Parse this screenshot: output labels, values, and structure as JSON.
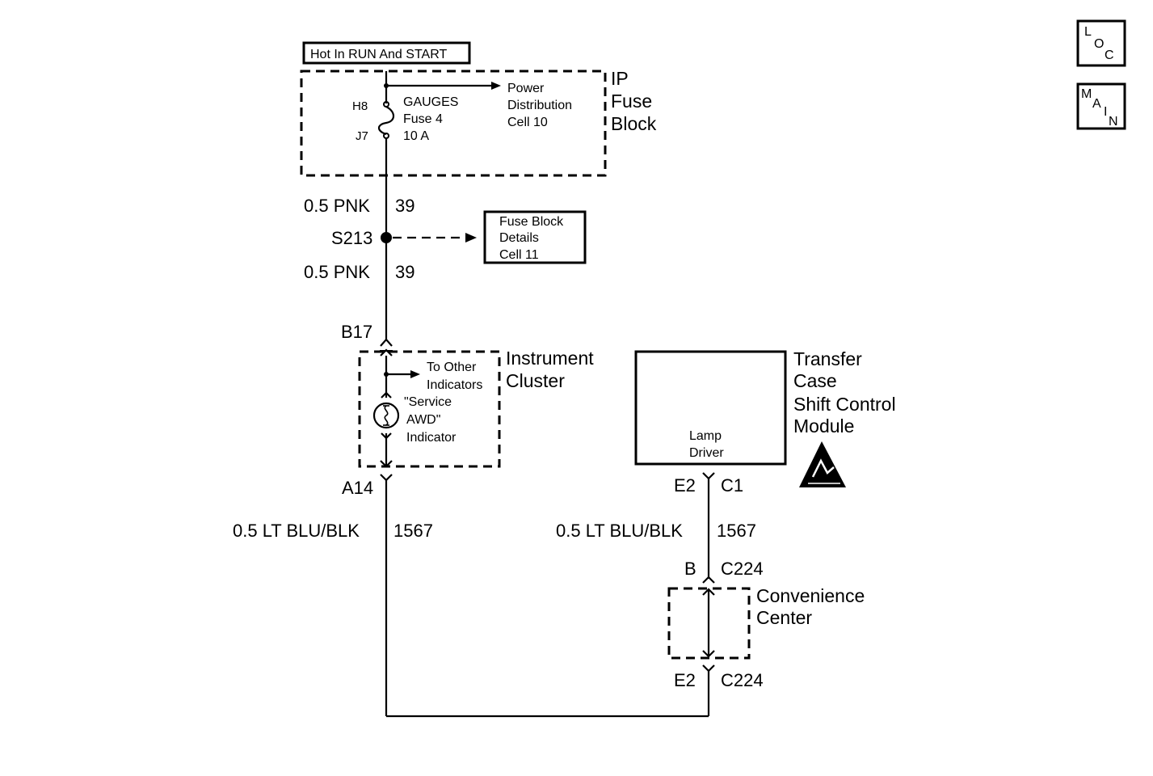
{
  "nav": {
    "loc": {
      "l1": "L",
      "l2": "O",
      "l3": "C"
    },
    "main": {
      "l1": "M",
      "l2": "A",
      "l3": "I",
      "l4": "N"
    }
  },
  "power": {
    "hot_label": "Hot In RUN And START"
  },
  "ip_fuse_block": {
    "title": [
      "IP",
      "Fuse",
      "Block"
    ],
    "pin_top": "H8",
    "pin_bottom": "J7",
    "fuse": [
      "GAUGES",
      "Fuse 4",
      "10 A"
    ],
    "ref": [
      "Power",
      "Distribution",
      "Cell 10"
    ]
  },
  "wire_upper": {
    "gauge_color": "0.5 PNK",
    "circuit": "39"
  },
  "splice": {
    "id": "S213",
    "ref": [
      "Fuse Block",
      "Details",
      "Cell 11"
    ]
  },
  "wire_middle": {
    "gauge_color": "0.5 PNK",
    "circuit": "39"
  },
  "instrument_cluster": {
    "title": [
      "Instrument",
      "Cluster"
    ],
    "pin_in": "B17",
    "pin_out": "A14",
    "other": [
      "To Other",
      "Indicators"
    ],
    "indicator": [
      "\"Service",
      "AWD\"",
      "Indicator"
    ]
  },
  "wire_left": {
    "gauge_color": "0.5 LT BLU/BLK",
    "circuit": "1567"
  },
  "tcscm": {
    "title": [
      "Transfer",
      "Case",
      "Shift Control",
      "Module"
    ],
    "inner": [
      "Lamp",
      "Driver"
    ],
    "pin": "E2",
    "connector": "C1",
    "esd_icon": "esd-warning-icon"
  },
  "wire_right": {
    "gauge_color": "0.5 LT BLU/BLK",
    "circuit": "1567"
  },
  "convenience_center": {
    "title": [
      "Convenience",
      "Center"
    ],
    "pin_top": "B",
    "conn_top": "C224",
    "pin_bottom": "E2",
    "conn_bottom": "C224"
  }
}
